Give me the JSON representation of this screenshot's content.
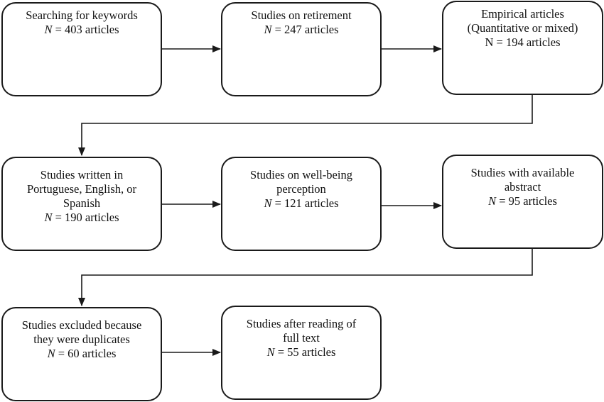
{
  "boxes": [
    {
      "id": "keywords",
      "lines": [
        "Searching for keywords"
      ],
      "n_prefix": "N",
      "n_text": " = 403 articles"
    },
    {
      "id": "retirement",
      "lines": [
        "Studies on retirement"
      ],
      "n_prefix": "N",
      "n_text": " = 247 articles"
    },
    {
      "id": "empirical",
      "lines": [
        "Empirical articles",
        "(Quantitative or mixed)"
      ],
      "n_prefix": "N",
      "n_text": " = 194 articles",
      "n_italic": false
    },
    {
      "id": "language",
      "lines": [
        "Studies written in",
        "Portuguese, English, or",
        "Spanish"
      ],
      "n_prefix": "N",
      "n_text": " = 190 articles"
    },
    {
      "id": "wellbeing",
      "lines": [
        "Studies on well-being",
        "perception"
      ],
      "n_prefix": "N",
      "n_text": " = 121 articles"
    },
    {
      "id": "abstract",
      "lines": [
        "Studies with available",
        "abstract"
      ],
      "n_prefix": "N",
      "n_text": " = 95 articles"
    },
    {
      "id": "duplicates",
      "lines": [
        "Studies excluded because",
        "they were duplicates"
      ],
      "n_prefix": "N",
      "n_text": " = 60 articles"
    },
    {
      "id": "fulltext",
      "lines": [
        "Studies after reading of",
        "full text"
      ],
      "n_prefix": "N",
      "n_text": " = 55 articles"
    }
  ],
  "colors": {
    "stroke": "#1a1a1a",
    "background": "#ffffff",
    "text": "#111111"
  }
}
